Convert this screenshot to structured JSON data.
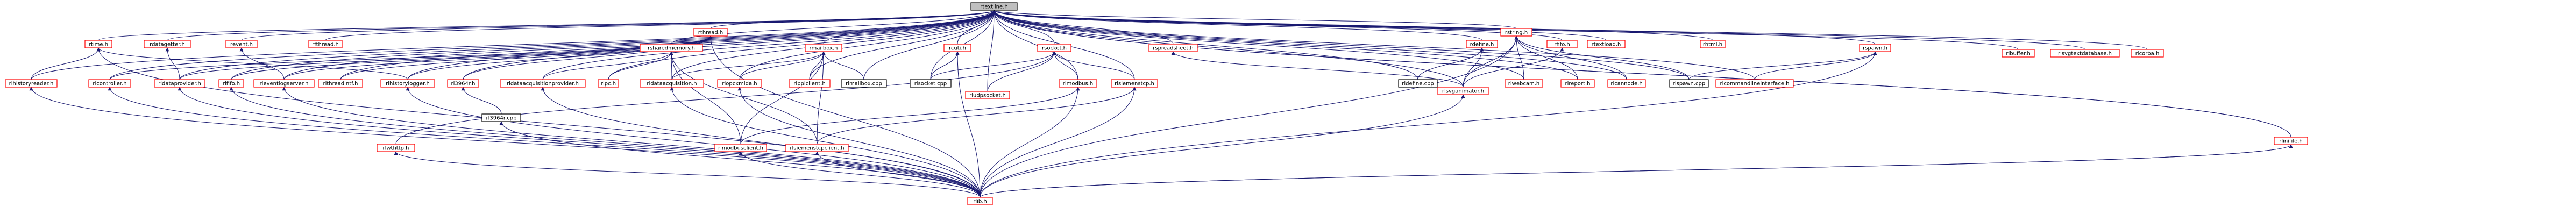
{
  "diagram": {
    "type": "include-dependency-graph",
    "colors": {
      "edge": "#191970",
      "root_fill": "#bfbfbf",
      "root_stroke": "#000000",
      "documented_fill": "#ffffff",
      "documented_stroke": "#ff0000",
      "external_stroke": "#000000",
      "text": "#000000"
    },
    "nodes": [
      {
        "id": "root",
        "label": "rtextline.h",
        "kind": "root"
      },
      {
        "id": "rthread",
        "label": "rthread.h",
        "kind": "doc"
      },
      {
        "id": "rstring",
        "label": "rstring.h",
        "kind": "doc"
      },
      {
        "id": "rtime",
        "label": "rtime.h",
        "kind": "doc"
      },
      {
        "id": "rdatagetter",
        "label": "rdatagetter.h",
        "kind": "doc"
      },
      {
        "id": "revent",
        "label": "revent.h",
        "kind": "doc"
      },
      {
        "id": "rfthread",
        "label": "rfthread.h",
        "kind": "doc"
      },
      {
        "id": "rsharedmemory",
        "label": "rsharedmemory.h",
        "kind": "doc"
      },
      {
        "id": "rmailbox",
        "label": "rmailbox.h",
        "kind": "doc"
      },
      {
        "id": "rcuti",
        "label": "rcuti.h",
        "kind": "doc"
      },
      {
        "id": "rsocket",
        "label": "rsocket.h",
        "kind": "doc"
      },
      {
        "id": "rspreadsheet",
        "label": "rspreadsheet.h",
        "kind": "doc"
      },
      {
        "id": "rdefine",
        "label": "rdefine.h",
        "kind": "doc"
      },
      {
        "id": "rfifo",
        "label": "rfifo.h",
        "kind": "doc"
      },
      {
        "id": "rtextload",
        "label": "rtextload.h",
        "kind": "doc"
      },
      {
        "id": "rhtml",
        "label": "rhtml.h",
        "kind": "doc"
      },
      {
        "id": "rspawn",
        "label": "rspawn.h",
        "kind": "doc"
      },
      {
        "id": "rlbuffer",
        "label": "rlbuffer.h",
        "kind": "doc"
      },
      {
        "id": "rtexportdatabase",
        "label": "rlsvgtextdatabase.h",
        "kind": "doc"
      },
      {
        "id": "rlcorba",
        "label": "rlcorba.h",
        "kind": "doc"
      },
      {
        "id": "rhistoryreader",
        "label": "rlhistoryreader.h",
        "kind": "doc"
      },
      {
        "id": "rcontroller",
        "label": "rlcontroller.h",
        "kind": "doc"
      },
      {
        "id": "rdataprovider",
        "label": "rldataprovider.h",
        "kind": "doc"
      },
      {
        "id": "rifti",
        "label": "rlfifo.h",
        "kind": "doc"
      },
      {
        "id": "reventlogserver",
        "label": "rleventlogserver.h",
        "kind": "doc"
      },
      {
        "id": "rlthreadintf",
        "label": "rlthreadintf.h",
        "kind": "doc"
      },
      {
        "id": "rhistorylogger",
        "label": "rlhistorylogger.h",
        "kind": "doc"
      },
      {
        "id": "r2064",
        "label": "rl3964r.h",
        "kind": "doc"
      },
      {
        "id": "rdataacqprovider",
        "label": "rldataacquisitionprovider.h",
        "kind": "doc"
      },
      {
        "id": "rlpc",
        "label": "rlpc.h",
        "kind": "doc"
      },
      {
        "id": "rdataacq",
        "label": "rldataacquisition.h",
        "kind": "doc"
      },
      {
        "id": "rlopcxmlda",
        "label": "rlopcxmlda.h",
        "kind": "doc"
      },
      {
        "id": "rlppiclient",
        "label": "rlppiclient.h",
        "kind": "doc"
      },
      {
        "id": "rmailboxcpp",
        "label": "rlmailbox.cpp",
        "kind": "ext"
      },
      {
        "id": "rsocketcpp",
        "label": "rlsocket.cpp",
        "kind": "ext"
      },
      {
        "id": "rudpsocket",
        "label": "rludpsocket.h",
        "kind": "doc"
      },
      {
        "id": "rmodbus",
        "label": "rlmodbus.h",
        "kind": "doc"
      },
      {
        "id": "rsiemenstcp",
        "label": "rlsiemenstcp.h",
        "kind": "doc"
      },
      {
        "id": "rdefinecpp",
        "label": "rldefine.cpp",
        "kind": "ext"
      },
      {
        "id": "rsvganimator",
        "label": "rlsvganimator.h",
        "kind": "doc"
      },
      {
        "id": "rwebcam",
        "label": "rlwebcam.h",
        "kind": "doc"
      },
      {
        "id": "rreport",
        "label": "rlreport.h",
        "kind": "doc"
      },
      {
        "id": "rlcannode",
        "label": "rlcannode.h",
        "kind": "doc"
      },
      {
        "id": "rspawncpp",
        "label": "rlspawn.cpp",
        "kind": "ext"
      },
      {
        "id": "rcommandlineinterface",
        "label": "rlcommandlineinterface.h",
        "kind": "doc"
      },
      {
        "id": "rlinifile",
        "label": "rlinifile.h",
        "kind": "doc"
      },
      {
        "id": "r3964cpp",
        "label": "rl3964r.cpp",
        "kind": "ext"
      },
      {
        "id": "rlwthttp",
        "label": "rlwthttp.h",
        "kind": "doc"
      },
      {
        "id": "rmodbusclient",
        "label": "rlmodbusclient.h",
        "kind": "doc"
      },
      {
        "id": "rsiemenstcpclient",
        "label": "rlsiemenstcpclient.h",
        "kind": "doc"
      },
      {
        "id": "rlib",
        "label": "rlib.h",
        "kind": "doc"
      }
    ],
    "edges": [
      [
        "rthread",
        "root"
      ],
      [
        "rstring",
        "root"
      ],
      [
        "rtime",
        "root"
      ],
      [
        "rdatagetter",
        "root"
      ],
      [
        "revent",
        "root"
      ],
      [
        "rfthread",
        "root"
      ],
      [
        "rsharedmemory",
        "root"
      ],
      [
        "rmailbox",
        "root"
      ],
      [
        "rcuti",
        "root"
      ],
      [
        "rsocket",
        "root"
      ],
      [
        "rspreadsheet",
        "root"
      ],
      [
        "rdefine",
        "root"
      ],
      [
        "rfifo",
        "root"
      ],
      [
        "rtextload",
        "root"
      ],
      [
        "rhtml",
        "root"
      ],
      [
        "rspawn",
        "root"
      ],
      [
        "rlbuffer",
        "root"
      ],
      [
        "rtexportdatabase",
        "root"
      ],
      [
        "rlcorba",
        "root"
      ],
      [
        "rhistoryreader",
        "root"
      ],
      [
        "rcontroller",
        "root"
      ],
      [
        "rdataprovider",
        "root"
      ],
      [
        "rifti",
        "root"
      ],
      [
        "reventlogserver",
        "root"
      ],
      [
        "rlthreadintf",
        "root"
      ],
      [
        "rhistorylogger",
        "root"
      ],
      [
        "r2064",
        "root"
      ],
      [
        "rdataacqprovider",
        "root"
      ],
      [
        "rlpc",
        "root"
      ],
      [
        "rdataacq",
        "root"
      ],
      [
        "rlopcxmlda",
        "root"
      ],
      [
        "rlppiclient",
        "root"
      ],
      [
        "rmailboxcpp",
        "root"
      ],
      [
        "rsocketcpp",
        "root"
      ],
      [
        "rudpsocket",
        "root"
      ],
      [
        "rmodbus",
        "root"
      ],
      [
        "rsiemenstcp",
        "root"
      ],
      [
        "rdefinecpp",
        "root"
      ],
      [
        "rsvganimator",
        "root"
      ],
      [
        "rwebcam",
        "root"
      ],
      [
        "rreport",
        "root"
      ],
      [
        "rlcannode",
        "root"
      ],
      [
        "rspawncpp",
        "root"
      ],
      [
        "rcommandlineinterface",
        "root"
      ],
      [
        "rlinifile",
        "root"
      ],
      [
        "rlib",
        "rtime"
      ],
      [
        "rlib",
        "rhistoryreader"
      ],
      [
        "rlib",
        "rcontroller"
      ],
      [
        "rlib",
        "rdataprovider"
      ],
      [
        "rlib",
        "rifti"
      ],
      [
        "rlib",
        "reventlogserver"
      ],
      [
        "rlib",
        "rhistorylogger"
      ],
      [
        "rlib",
        "rlwthttp"
      ],
      [
        "rlib",
        "r3964cpp"
      ],
      [
        "rlib",
        "rdataacqprovider"
      ],
      [
        "rlib",
        "rdataacq"
      ],
      [
        "rlib",
        "rlopcxmlda"
      ],
      [
        "rlib",
        "rmodbusclient"
      ],
      [
        "rlib",
        "rsiemenstcpclient"
      ],
      [
        "rlib",
        "rmodbus"
      ],
      [
        "rlib",
        "rsiemenstcp"
      ],
      [
        "rlib",
        "rsvganimator"
      ],
      [
        "rlib",
        "rlinifile"
      ],
      [
        "rlib",
        "rspawn"
      ],
      [
        "rlib",
        "rstring"
      ],
      [
        "rlib",
        "rthread"
      ],
      [
        "rlib",
        "rcuti"
      ],
      [
        "rhistoryreader",
        "rtime"
      ],
      [
        "rcontroller",
        "rthread"
      ],
      [
        "rdataprovider",
        "rthread"
      ],
      [
        "rdataprovider",
        "rdatagetter"
      ],
      [
        "rifti",
        "rthread"
      ],
      [
        "reventlogserver",
        "rthread"
      ],
      [
        "reventlogserver",
        "revent"
      ],
      [
        "rlthreadintf",
        "rthread"
      ],
      [
        "rhistorylogger",
        "rthread"
      ],
      [
        "rhistorylogger",
        "rtime"
      ],
      [
        "r2064",
        "rthread"
      ],
      [
        "r3964cpp",
        "r2064"
      ],
      [
        "rdataacqprovider",
        "rsharedmemory"
      ],
      [
        "rlpc",
        "rsharedmemory"
      ],
      [
        "rdataacq",
        "rsharedmemory"
      ],
      [
        "rdataacq",
        "rmailbox"
      ],
      [
        "rlopcxmlda",
        "rmailbox"
      ],
      [
        "rlppiclient",
        "rmailbox"
      ],
      [
        "rmodbusclient",
        "rsharedmemory"
      ],
      [
        "rmodbusclient",
        "rmailbox"
      ],
      [
        "rsiemenstcpclient",
        "rsharedmemory"
      ],
      [
        "rsiemenstcpclient",
        "rmailbox"
      ],
      [
        "rmailboxcpp",
        "rmailbox"
      ],
      [
        "rsocketcpp",
        "rsocket"
      ],
      [
        "rsocketcpp",
        "rcuti"
      ],
      [
        "rudpsocket",
        "rsocket"
      ],
      [
        "rmodbus",
        "rsocket"
      ],
      [
        "rsiemenstcp",
        "rsocket"
      ],
      [
        "rlwthttp",
        "rsocket"
      ],
      [
        "rmodbusclient",
        "rmodbus"
      ],
      [
        "rsiemenstcpclient",
        "rsiemenstcp"
      ],
      [
        "rdefinecpp",
        "rdefine"
      ],
      [
        "rsvganimator",
        "rdefine"
      ],
      [
        "rsvganimator",
        "rspreadsheet"
      ],
      [
        "rsvganimator",
        "rstring"
      ],
      [
        "rsvganimator",
        "rfifo"
      ],
      [
        "rwebcam",
        "rstring"
      ],
      [
        "rreport",
        "rstring"
      ],
      [
        "rlcannode",
        "rstring"
      ],
      [
        "rspawncpp",
        "rspawn"
      ],
      [
        "rspawncpp",
        "rstring"
      ],
      [
        "rcommandlineinterface",
        "rspawn"
      ],
      [
        "rlinifile",
        "root"
      ],
      [
        "rlib",
        "rlinifile"
      ]
    ]
  }
}
